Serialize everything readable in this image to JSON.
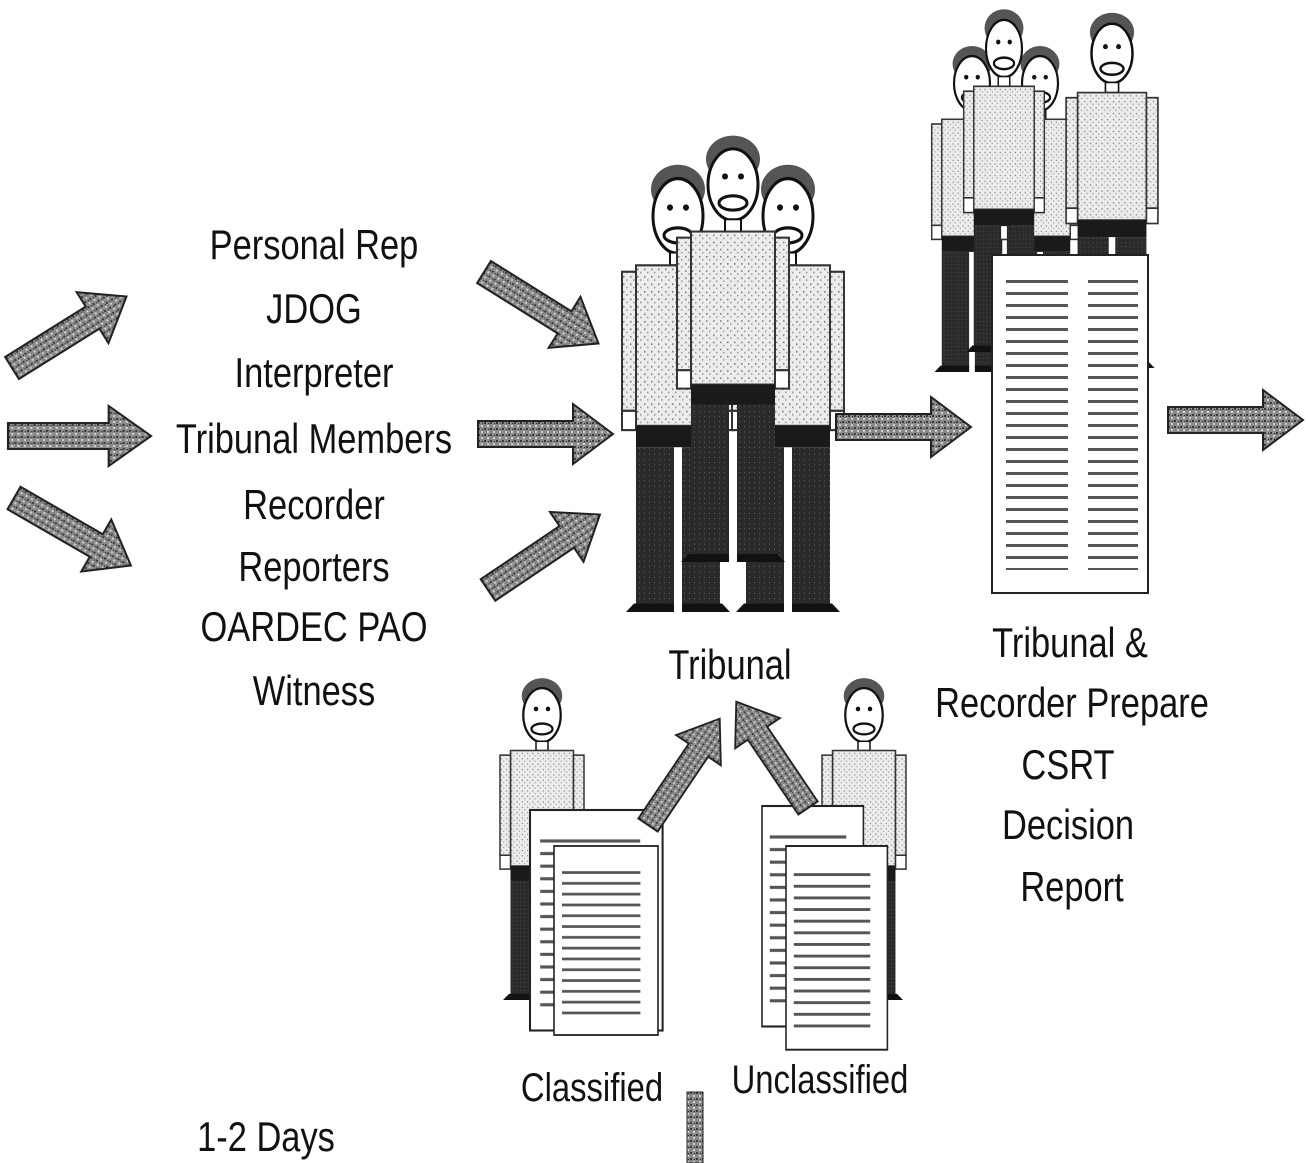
{
  "participants": [
    "Personal Rep",
    "JDOG",
    "Interpreter",
    "Tribunal Members",
    "Recorder",
    "Reporters",
    "OARDEC PAO",
    "Witness"
  ],
  "tribunal_label": "Tribunal",
  "report_label": [
    "Tribunal &",
    "Recorder Prepare",
    "CSRT",
    "Decision",
    "Report"
  ],
  "classified_label": "Classified",
  "unclassified_label": "Unclassified",
  "duration_label": "1-2 Days",
  "colors": {
    "ink": "#111111",
    "arrow_fill": "#7a7a7a",
    "figure_pants": "#2a2a2a",
    "shirt": "#e4e4e4"
  }
}
